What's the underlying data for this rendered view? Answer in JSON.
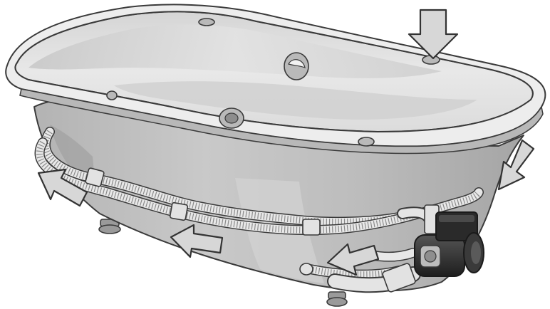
{
  "figure": {
    "alt": "",
    "colors": {
      "shell_dark": "#a9a9a9",
      "shell_mid": "#c6c6c6",
      "shell_light": "#e4e4e4",
      "rim": "#ededed",
      "pipe": "#e8e8e8",
      "outline": "#3a3a3a",
      "arrow_fill": "#d7d7d7",
      "pump_body": "#2c2c2c"
    },
    "arrows": [
      {
        "name": "air-inlet-arrow",
        "icon": "down-arrow",
        "direction": "down"
      },
      {
        "name": "side-flow-arrow",
        "icon": "down-left-arrow",
        "direction": "down-left"
      },
      {
        "name": "left-pipe-arrow",
        "icon": "up-left-arrow",
        "direction": "up-left"
      },
      {
        "name": "center-pipe-arrow",
        "icon": "left-arrow",
        "direction": "left"
      },
      {
        "name": "pump-outlet-arrow",
        "icon": "left-arrow",
        "direction": "left"
      }
    ],
    "components": [
      "bathtub",
      "jets",
      "pipes",
      "pump",
      "feet"
    ]
  }
}
